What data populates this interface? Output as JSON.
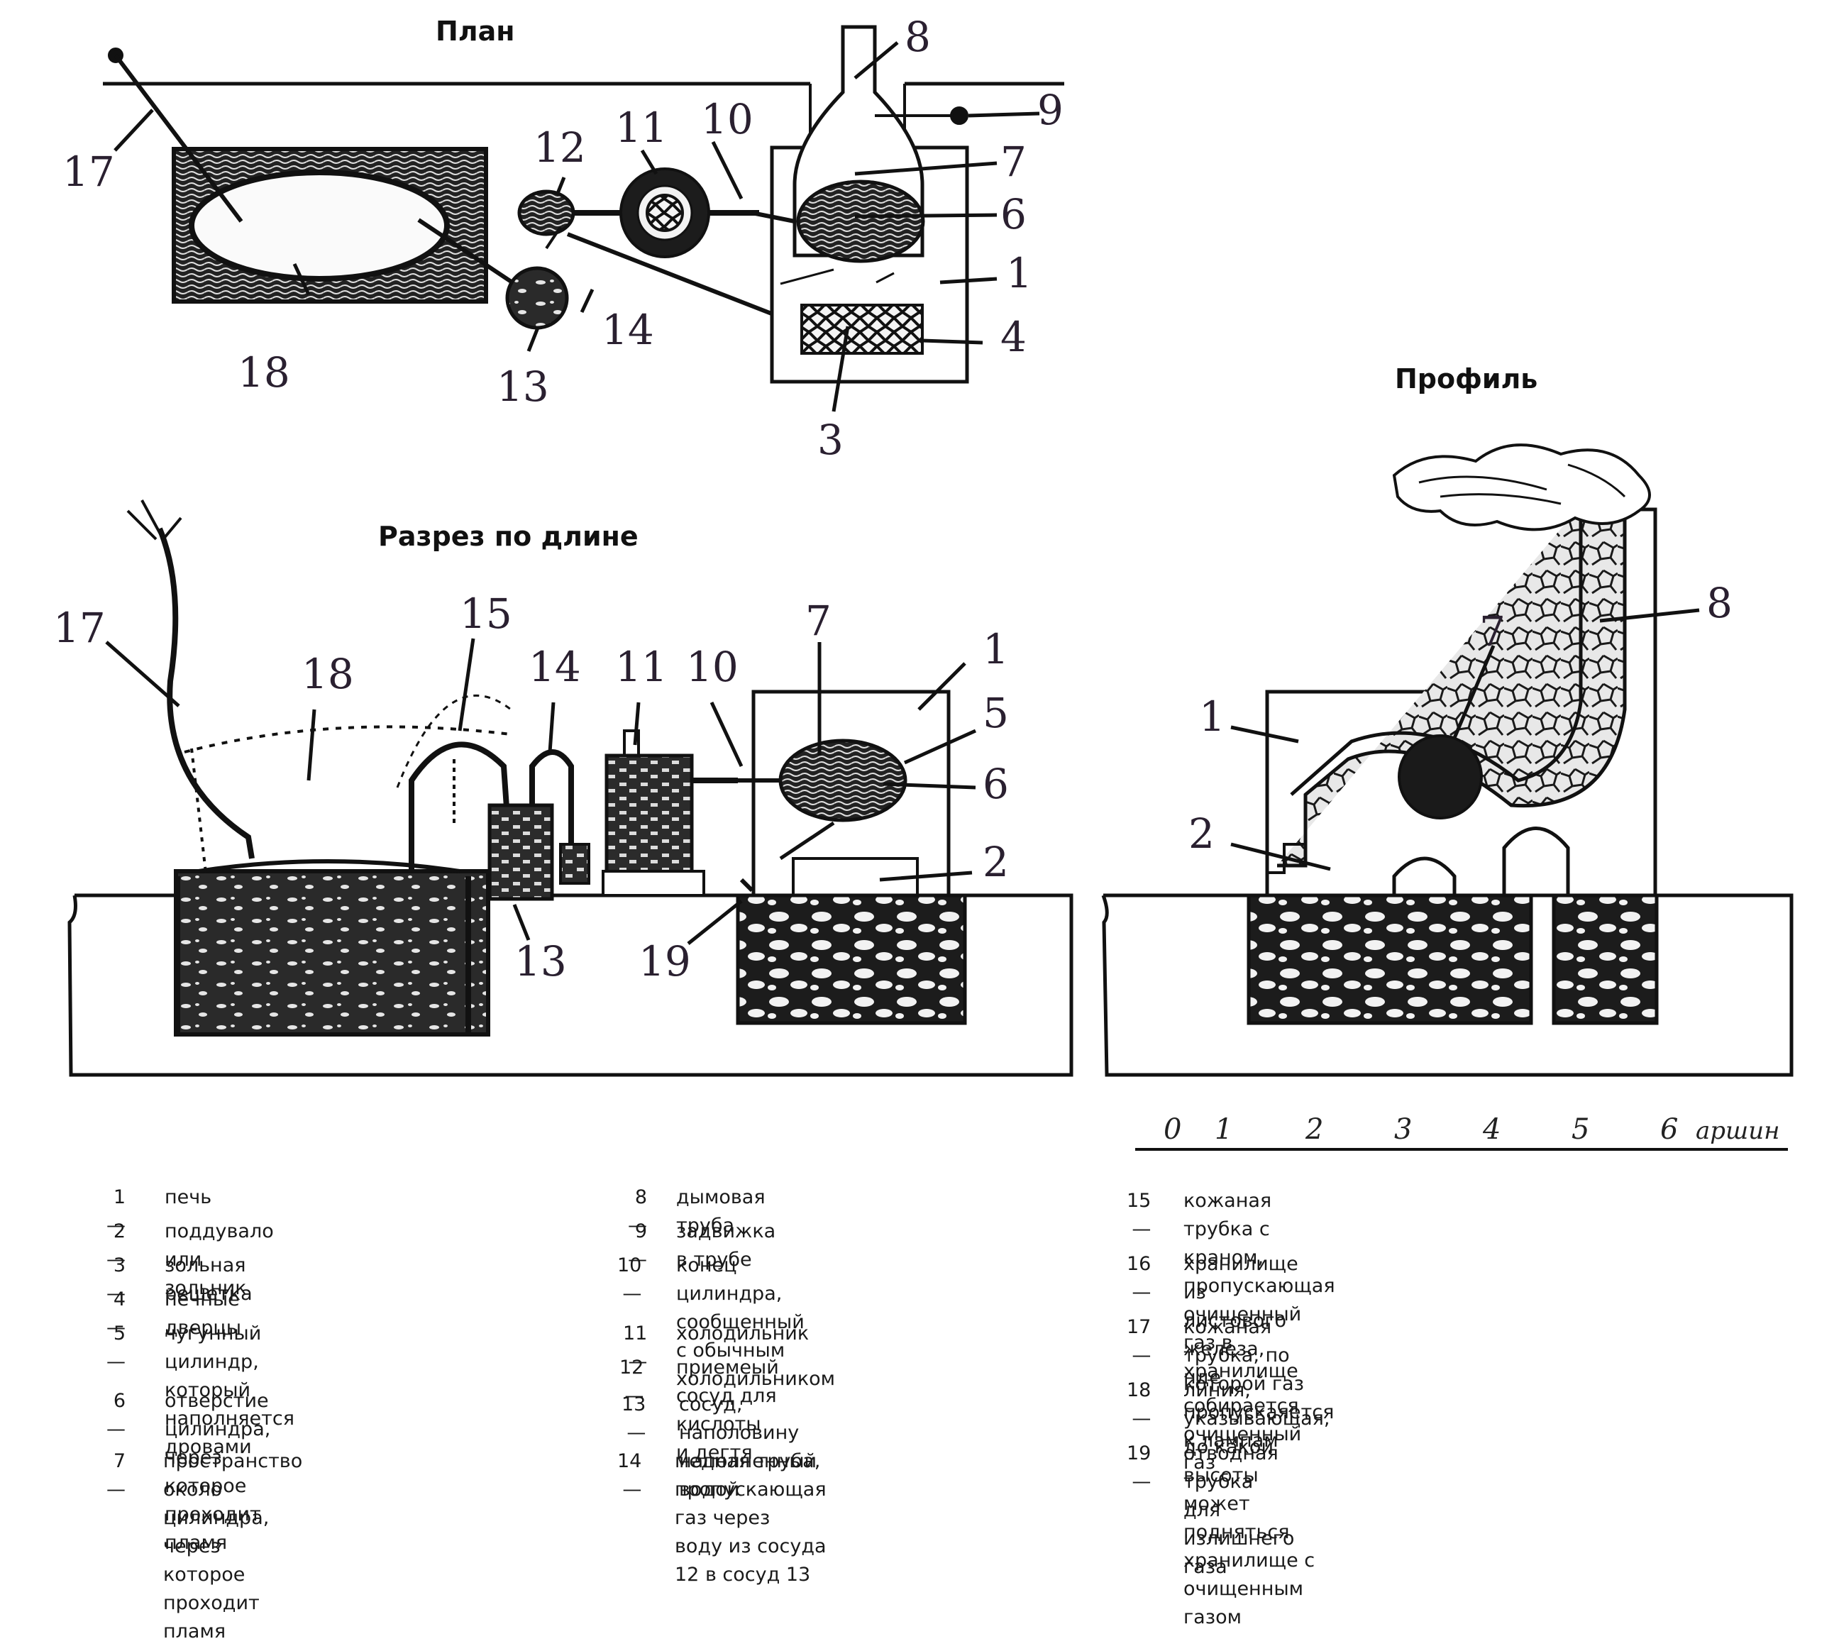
{
  "titles": {
    "plan": "План",
    "section": "Разрез по длине",
    "profile": "Профиль"
  },
  "scale": {
    "ticks": [
      "0",
      "1",
      "2",
      "3",
      "4",
      "5",
      "6"
    ],
    "unit": "аршин"
  },
  "legend": [
    {
      "num": "1 —",
      "text": "печь"
    },
    {
      "num": "2 —",
      "text": "поддувало или зольник"
    },
    {
      "num": "3 —",
      "text": "зольная решетка"
    },
    {
      "num": "4 —",
      "text": "печные дверцы"
    },
    {
      "num": "5 —",
      "text": "чугунный цилиндр, который наполняется\nдровами"
    },
    {
      "num": "6 —",
      "text": "отверстие цилиндра, через которое\nпроходит пламя"
    },
    {
      "num": "7 —",
      "text": "пространство около цилиндра,\nчерез которое проходит пламя"
    },
    {
      "num": "8 —",
      "text": "дымовая труба"
    },
    {
      "num": "9 —",
      "text": "задвижка в трубе"
    },
    {
      "num": "10 —",
      "text": "конец цилиндра, сообщенный\nс обычным холодильником"
    },
    {
      "num": "11 —",
      "text": "холодильник"
    },
    {
      "num": "12 —",
      "text": "приемеый сосуд для кислоты и дегтя"
    },
    {
      "num": "13 —",
      "text": "сосуд, наполовину наполненный\nводой"
    },
    {
      "num": "14 —",
      "text": "медная труба, пропускающая газ через\nводу из сосуда 12 в сосуд 13"
    },
    {
      "num": "15 —",
      "text": "кожаная трубка с краном, пропускающая\nочищенный газ в хранилище"
    },
    {
      "num": "16 —",
      "text": "хранилище из листового железа, нде\nсобирается очищенный газ"
    },
    {
      "num": "17 —",
      "text": "кожаная трубка, по которой газ\nпропускаяется к лампам"
    },
    {
      "num": "18 —",
      "text": "линия, указывающая, до какой высоты может\nподняться хранилище с очищенным газом"
    },
    {
      "num": "19 —",
      "text": "отводная трубка для излишнего газа"
    }
  ],
  "callouts": {
    "plan": [
      "17",
      "18",
      "12",
      "11",
      "10",
      "8",
      "9",
      "7",
      "6",
      "1",
      "4",
      "3",
      "14",
      "13"
    ],
    "section": [
      "17",
      "18",
      "15",
      "14",
      "11",
      "10",
      "7",
      "1",
      "5",
      "6",
      "2",
      "13",
      "19"
    ],
    "profile": [
      "1",
      "2",
      "7",
      "8"
    ]
  }
}
